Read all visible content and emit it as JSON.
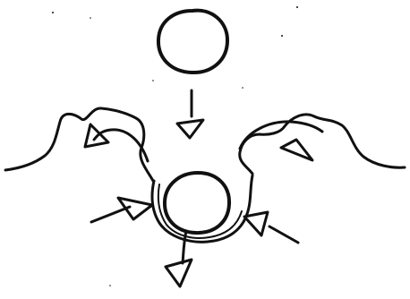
{
  "diagram": {
    "style": "hand-drawn ink sketch",
    "ink_color": "#111111",
    "background_color": "#ffffff",
    "elements": [
      {
        "name": "upper-circle",
        "kind": "circle"
      },
      {
        "name": "down-arrow-top",
        "kind": "arrow",
        "direction": "down"
      },
      {
        "name": "left-wavy-wall",
        "kind": "wavy-line"
      },
      {
        "name": "right-wavy-wall",
        "kind": "wavy-line"
      },
      {
        "name": "u-shaped-trough",
        "kind": "curve"
      },
      {
        "name": "lower-circle",
        "kind": "circle"
      },
      {
        "name": "left-curl-arrow",
        "kind": "arrow",
        "direction": "up-left"
      },
      {
        "name": "right-curl-arrow",
        "kind": "arrow",
        "direction": "down-right"
      },
      {
        "name": "lower-left-inward-arrow",
        "kind": "arrow",
        "direction": "right"
      },
      {
        "name": "lower-right-inward-arrow",
        "kind": "arrow",
        "direction": "up-left"
      },
      {
        "name": "bottom-down-arrow",
        "kind": "arrow",
        "direction": "down"
      }
    ]
  }
}
